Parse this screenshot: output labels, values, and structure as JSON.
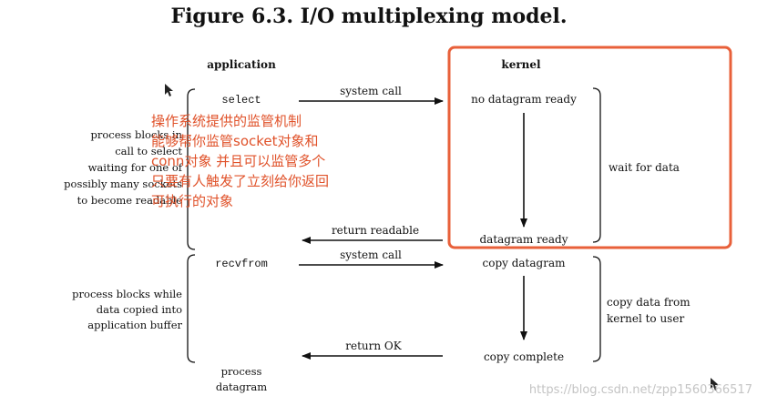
{
  "title": "Figure 6.3. I/O multiplexing model.",
  "columns": {
    "application": "application",
    "kernel": "kernel"
  },
  "app_calls": {
    "select": "select",
    "recvfrom": "recvfrom"
  },
  "arrows": {
    "system_call_1": "system call",
    "return_readable": "return readable",
    "system_call_2": "system call",
    "return_ok": "return OK"
  },
  "kernel_states": {
    "no_datagram_ready": "no datagram ready",
    "datagram_ready": "datagram ready",
    "copy_datagram": "copy datagram",
    "copy_complete": "copy complete"
  },
  "app_notes": {
    "blocks_select": [
      "process blocks in",
      "call to select",
      "waiting for one of",
      "possibly many sockets",
      "to become readable"
    ],
    "blocks_copy": [
      "process blocks while",
      "data copied into",
      "application buffer"
    ],
    "process_datagram": [
      "process",
      "datagram"
    ]
  },
  "kernel_notes": {
    "wait_for_data": "wait for data",
    "copy_data": [
      "copy data from",
      "kernel to user"
    ]
  },
  "annotation": {
    "lines": [
      "操作系统提供的监管机制",
      "能够帮你监管socket对象和",
      "conn对象 并且可以监管多个",
      "只要有人触发了立刻给你返回",
      "可执行的对象"
    ],
    "color": "#e0522a"
  },
  "highlight_color": "#e8603a",
  "watermark": "https://blog.csdn.net/zpp1560366517"
}
